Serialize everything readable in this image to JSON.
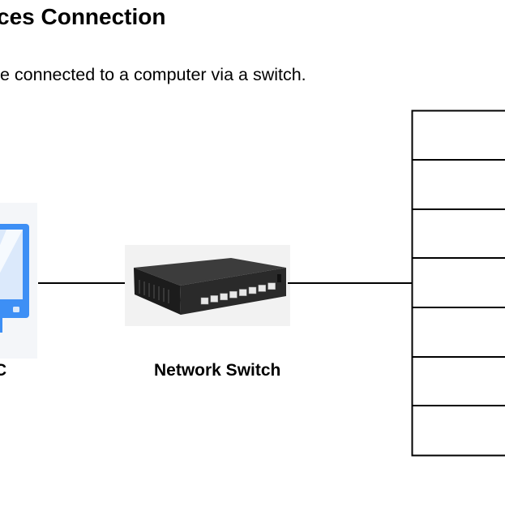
{
  "title": "ces Connection",
  "description": "e connected to a computer via a switch.",
  "pc": {
    "label": "C",
    "icon": "computer-monitor-icon",
    "accent": "#3d8ff5"
  },
  "switch": {
    "label": "Network Switch",
    "icon": "network-switch-icon",
    "port_count": 8
  },
  "devices": {
    "rows": 7,
    "border": "#000000"
  }
}
